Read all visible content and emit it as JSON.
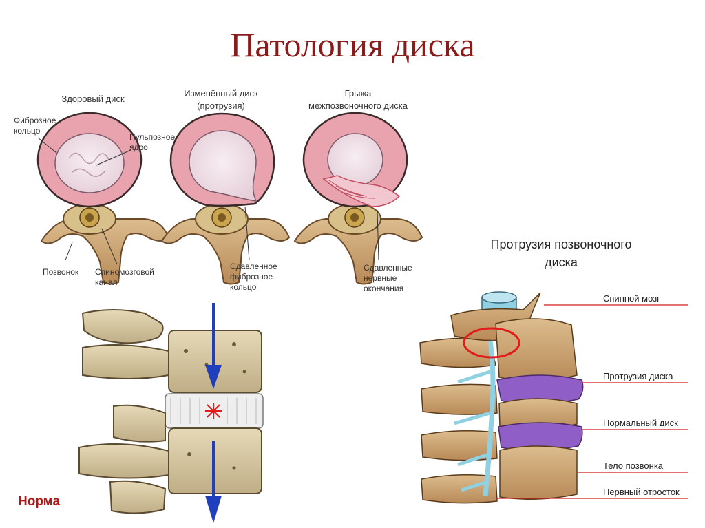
{
  "slide": {
    "title": "Патология диска"
  },
  "top_panel": {
    "disks": [
      {
        "caption": "Здоровый диск",
        "labels": [
          "Фиброзное кольцо",
          "Пульпозное ядро",
          "Позвонок",
          "Спиномозговой канал"
        ]
      },
      {
        "caption_line1": "Изменённый диск",
        "caption_line2": "(протрузия)",
        "labels": [
          "Сдавленное фиброзное кольцо"
        ]
      },
      {
        "caption_line1": "Грыжа",
        "caption_line2": "межпозвоночного диска",
        "labels": [
          "Сдавленные нервные окончания"
        ]
      }
    ]
  },
  "left_bottom": {
    "label": "Норма"
  },
  "right_panel": {
    "title_line1": "Протрузия позвоночного",
    "title_line2": "диска",
    "labels": [
      "Спинной мозг",
      "Протрузия диска",
      "Нормальный диск",
      "Тело позвонка",
      "Нервный отросток"
    ]
  },
  "colors": {
    "title": "#8b1a1a",
    "annulus": "#e9a3ae",
    "nucleus": "#f3e6ec",
    "bone": "#c49a63",
    "arrow": "#1f3fbf",
    "marker": "#e21b1b",
    "normal_disc": "#8f5ec6",
    "spinal_cord": "#8fd0e2"
  }
}
